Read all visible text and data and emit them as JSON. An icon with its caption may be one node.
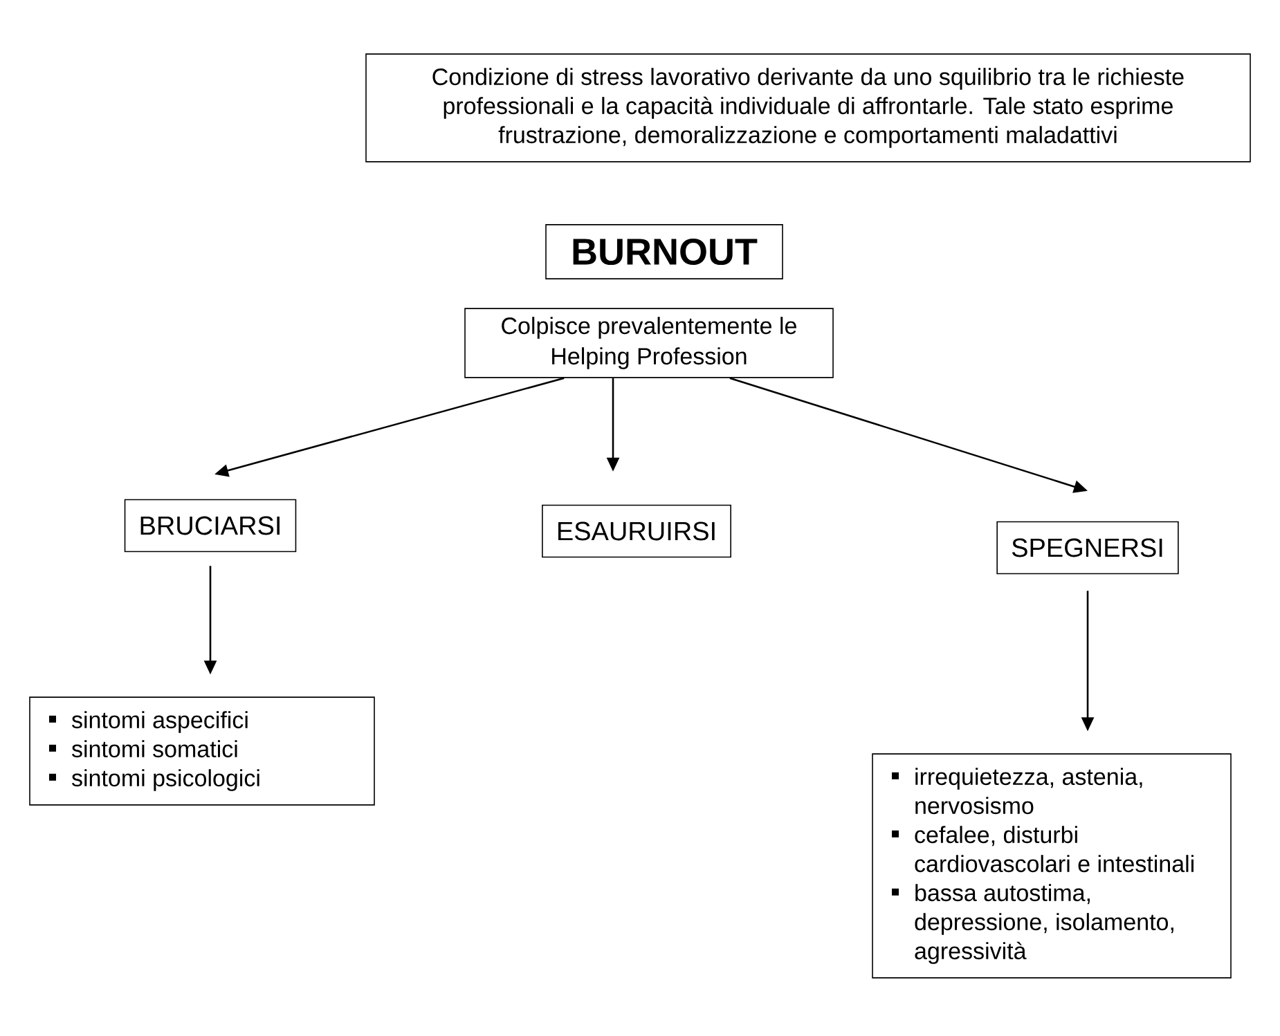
{
  "diagram": {
    "nodes": [
      {
        "text": [
          "Condizione di stress lavorativo derivante da uno squilibrio tra le richieste professionali e la capacità individuale di affrontarle. Tale stato esprime frustrazione, demoralizzazione e comportamenti maladattivi"
        ]
      },
      {
        "text": [
          "BURNOUT"
        ]
      },
      {
        "text": [
          "Colpisce prevalentemente le Helping Profession"
        ]
      },
      {
        "text": [
          "BRUCIARSI"
        ]
      },
      {
        "text": [
          "ESAURUIRSI"
        ]
      },
      {
        "text": [
          "SPEGNERSI"
        ]
      },
      {
        "text": [
          "sintomi aspecifici",
          "sintomi somatici",
          "sintomi psicologici"
        ]
      },
      {
        "text": [
          "irrequietezza, astenia, nervosismo",
          "cefalee, disturbi cardiovascolari e intestinali",
          "bassa autostima, depressione, isolamento, agressività"
        ]
      }
    ],
    "edges": [
      {
        "from": 2,
        "to": 3,
        "arrow": "to"
      },
      {
        "from": 2,
        "to": 4,
        "arrow": "to"
      },
      {
        "from": 2,
        "to": 5,
        "arrow": "to"
      },
      {
        "from": 3,
        "to": 6,
        "arrow": "to"
      },
      {
        "from": 5,
        "to": 7,
        "arrow": "to"
      }
    ]
  }
}
